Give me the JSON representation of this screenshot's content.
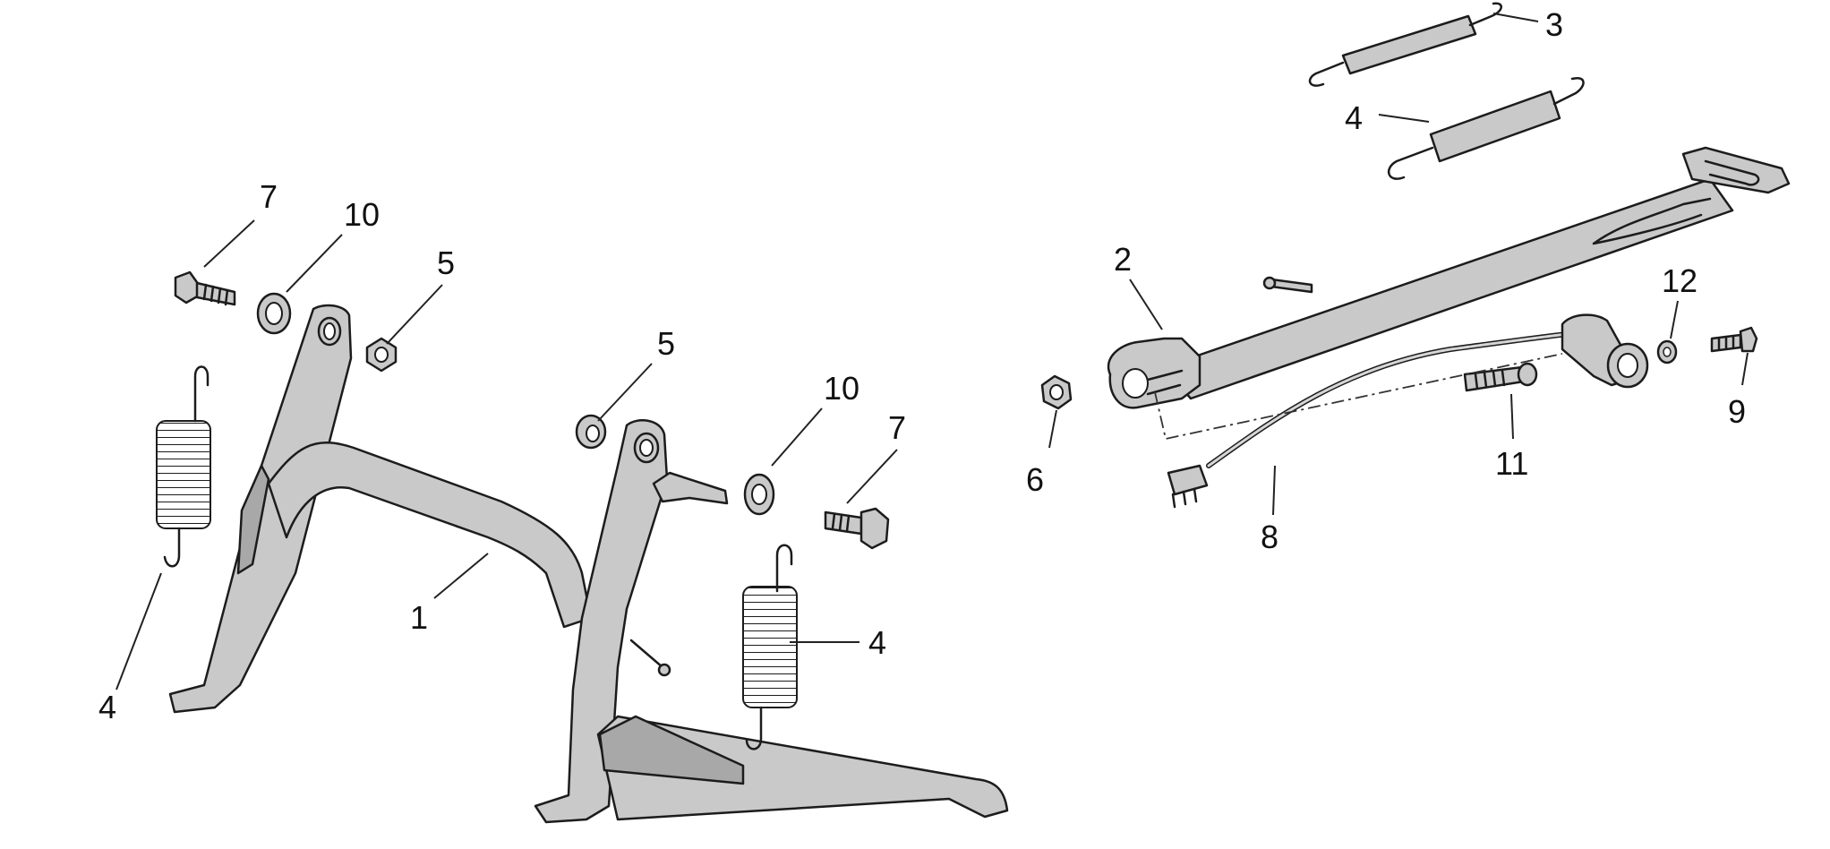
{
  "diagram": {
    "callouts": {
      "c1": "1",
      "c2": "2",
      "c3": "3",
      "c4_left": "4",
      "c4_mid": "4",
      "c4_top": "4",
      "c5_left": "5",
      "c5_mid": "5",
      "c6": "6",
      "c7_left": "7",
      "c7_mid": "7",
      "c8": "8",
      "c9": "9",
      "c10_left": "10",
      "c10_mid": "10",
      "c11": "11",
      "c12": "12"
    }
  }
}
